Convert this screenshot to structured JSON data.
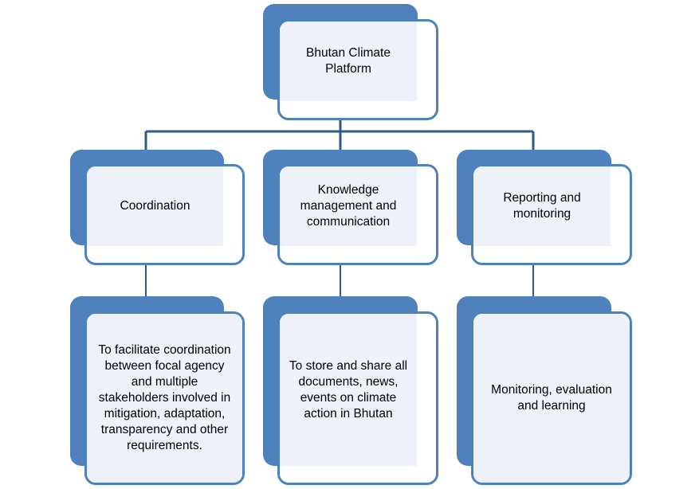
{
  "colors": {
    "accent": "#4f81bd",
    "panel": "#eef2f8",
    "line": "#2e5b8c",
    "text": "#000000"
  },
  "diagram": {
    "root": {
      "label": "Bhutan Climate Platform"
    },
    "branches": [
      {
        "label": "Coordination",
        "detail": "To facilitate coordination between focal agency and multiple stakeholders involved in mitigation, adaptation, transparency and other requirements."
      },
      {
        "label": "Knowledge management and communication",
        "detail": "To store and share all documents, news, events on climate action in Bhutan"
      },
      {
        "label": "Reporting and monitoring",
        "detail": "Monitoring, evaluation and learning"
      }
    ]
  }
}
